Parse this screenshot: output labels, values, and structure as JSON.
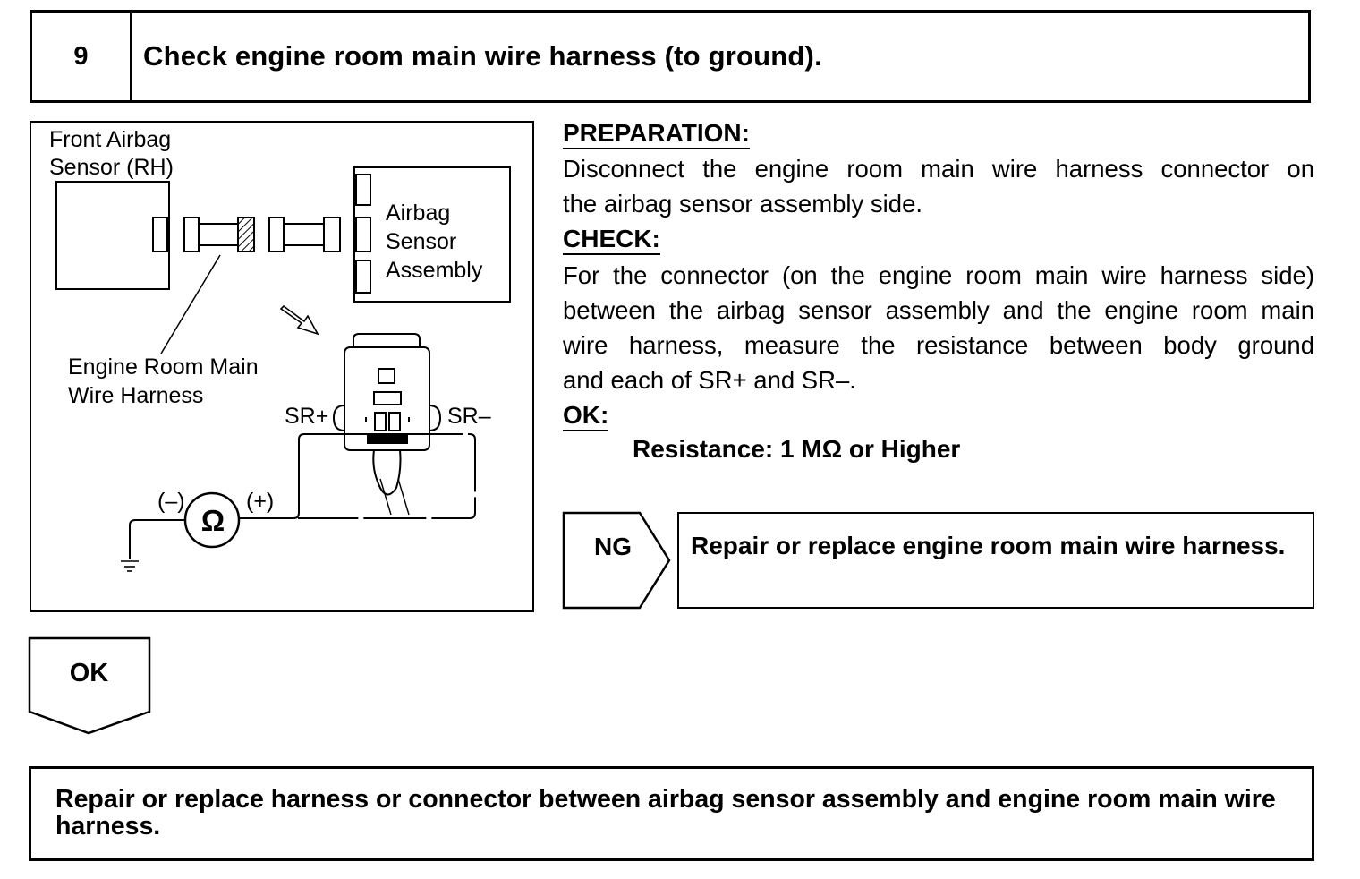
{
  "step": {
    "number": "9",
    "title": "Check engine room main wire harness (to ground)."
  },
  "diagram": {
    "front_sensor_label": [
      "Front Airbag",
      "Sensor (RH)"
    ],
    "assembly_label": [
      "Airbag",
      "Sensor",
      "Assembly"
    ],
    "harness_label": [
      "Engine Room Main",
      "Wire Harness"
    ],
    "terminal_plus": "SR+",
    "terminal_minus": "SR–",
    "meter_symbol": "Ω",
    "meter_minus": "(–)",
    "meter_plus": "(+)"
  },
  "instructions": {
    "preparation_heading": "PREPARATION:",
    "preparation_lines": [
      "Disconnect the engine room main wire harness connector on",
      "the airbag sensor assembly side."
    ],
    "check_heading": "CHECK:",
    "check_lines": [
      "For the connector (on the engine room main wire harness side)",
      "between the airbag sensor assembly and the engine room main",
      "wire harness, measure the resistance between body ground",
      "and each of SR+ and SR–."
    ],
    "ok_heading": "OK:",
    "ok_spec": "Resistance: 1 MΩ or Higher"
  },
  "ng_branch": {
    "label": "NG",
    "result": "Repair or replace engine room main wire harness."
  },
  "ok_branch": {
    "label": "OK",
    "result": "Repair or replace harness or connector between airbag sensor assembly and engine room main wire harness."
  }
}
